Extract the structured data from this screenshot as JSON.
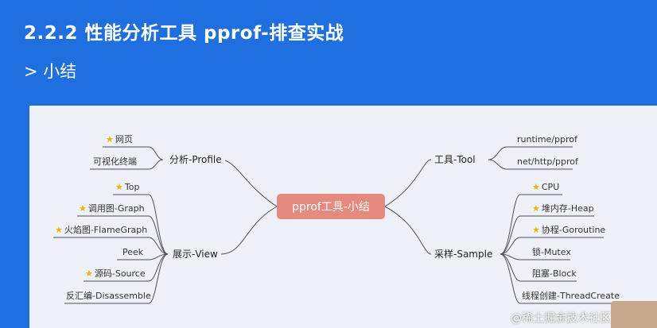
{
  "header": {
    "title": "2.2.2 性能分析工具 pprof-排查实战",
    "subtitle": "> 小结"
  },
  "mindmap": {
    "center": "pprof工具-小结",
    "branches": {
      "profile": {
        "label": "分析-Profile",
        "leaves": [
          "网页",
          "可视化终端"
        ]
      },
      "view": {
        "label": "展示-View",
        "leaves": [
          "Top",
          "调用图-Graph",
          "火焰图-FlameGraph",
          "Peek",
          "源码-Source",
          "反汇编-Disassemble"
        ]
      },
      "tool": {
        "label": "工具-Tool",
        "leaves": [
          "runtime/pprof",
          "net/http/pprof"
        ]
      },
      "sample": {
        "label": "采样-Sample",
        "leaves": [
          "CPU",
          "堆内存-Heap",
          "协程-Goroutine",
          "锁-Mutex",
          "阻塞-Block",
          "线程创建-ThreadCreate"
        ]
      }
    },
    "colors": {
      "center": "#e58a7e",
      "line": "#4a4f5c",
      "star": "#f0b400"
    }
  },
  "watermark": "@稀土掘金技术社区"
}
